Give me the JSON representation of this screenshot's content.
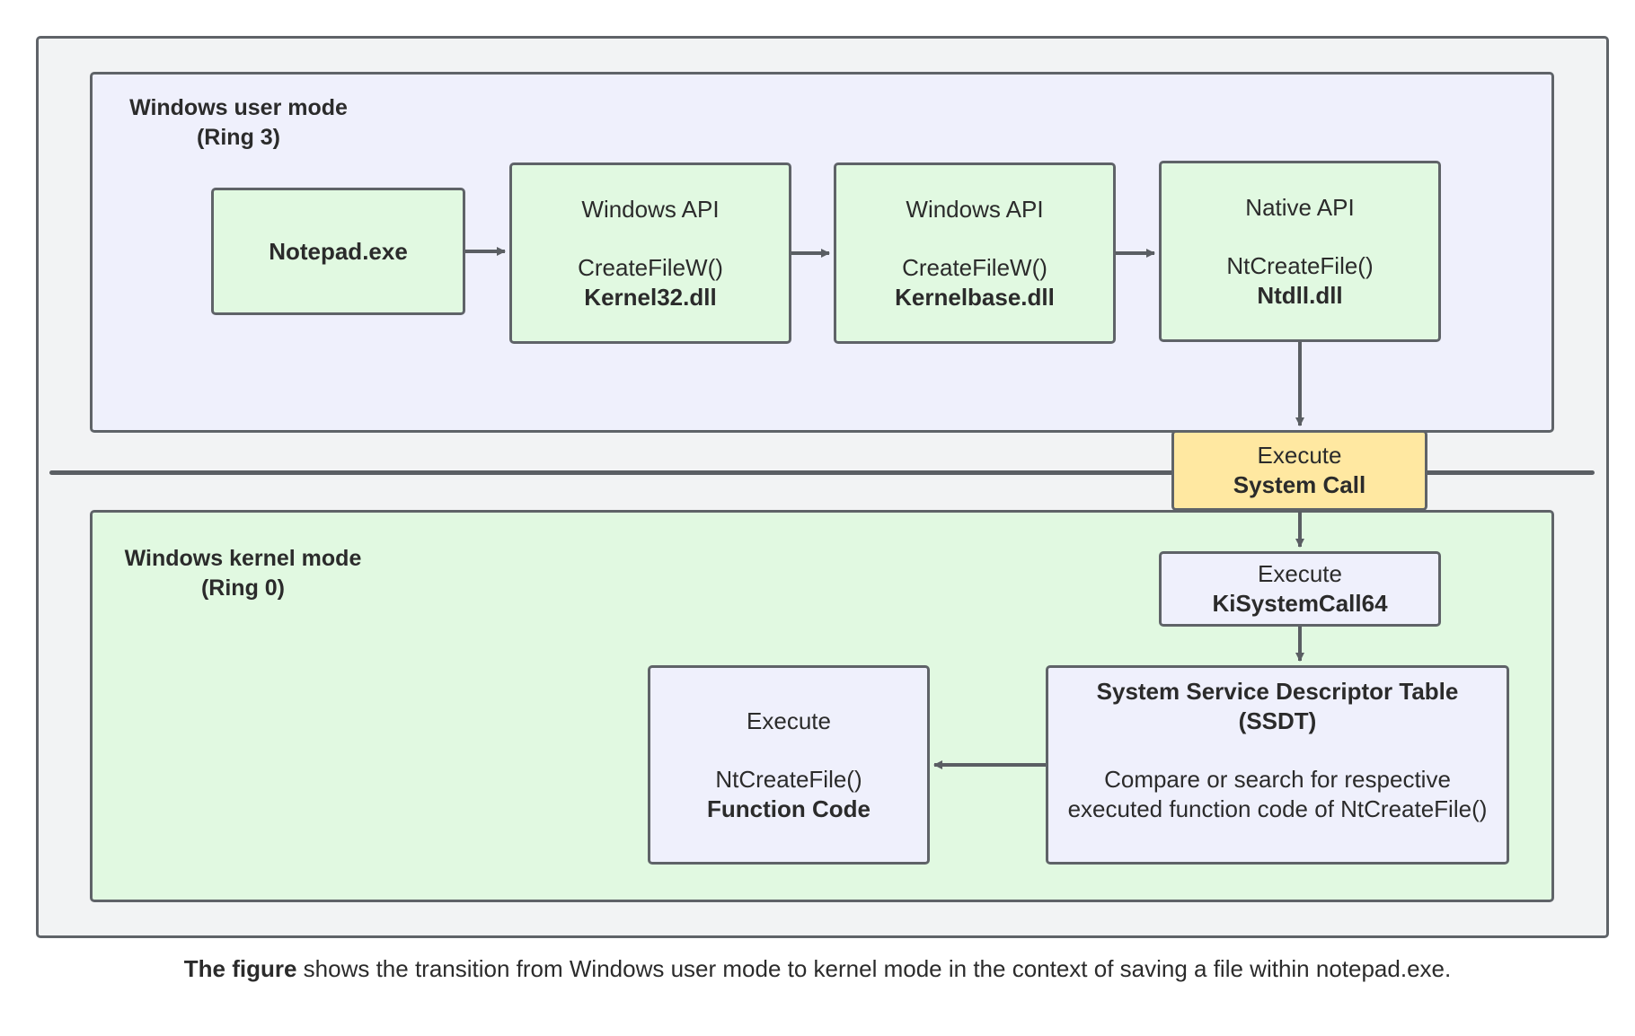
{
  "user_region": {
    "title_line1": "Windows user mode",
    "title_line2": "(Ring 3)"
  },
  "kernel_region": {
    "title_line1": "Windows kernel mode",
    "title_line2": "(Ring 0)"
  },
  "nodes": {
    "notepad": {
      "label": "Notepad.exe"
    },
    "kernel32": {
      "title": "Windows API",
      "func": "CreateFileW()",
      "dll": "Kernel32.dll"
    },
    "kernelbase": {
      "title": "Windows API",
      "func": "CreateFileW()",
      "dll": "Kernelbase.dll"
    },
    "ntdll": {
      "title": "Native API",
      "func": "NtCreateFile()",
      "dll": "Ntdll.dll"
    },
    "syscall": {
      "title": "Execute",
      "label": "System Call"
    },
    "kisyscall": {
      "title": "Execute",
      "label": "KiSystemCall64"
    },
    "ssdt": {
      "title_line1": "System Service Descriptor Table",
      "title_line2": "(SSDT)",
      "desc_line1": "Compare or search for respective",
      "desc_line2": "executed function code of NtCreateFile()"
    },
    "function_code": {
      "title": "Execute",
      "func": "NtCreateFile()",
      "label": "Function Code"
    }
  },
  "caption": {
    "bold": "The figure",
    "text": " shows the transition from Windows user mode to kernel mode in the context of saving a file within notepad.exe."
  },
  "colors": {
    "node_green": "#e1f9e1",
    "node_lavender": "#eff0fc",
    "node_yellow": "#ffe8a1",
    "border": "#5f6368",
    "background": "#f2f3f4"
  }
}
